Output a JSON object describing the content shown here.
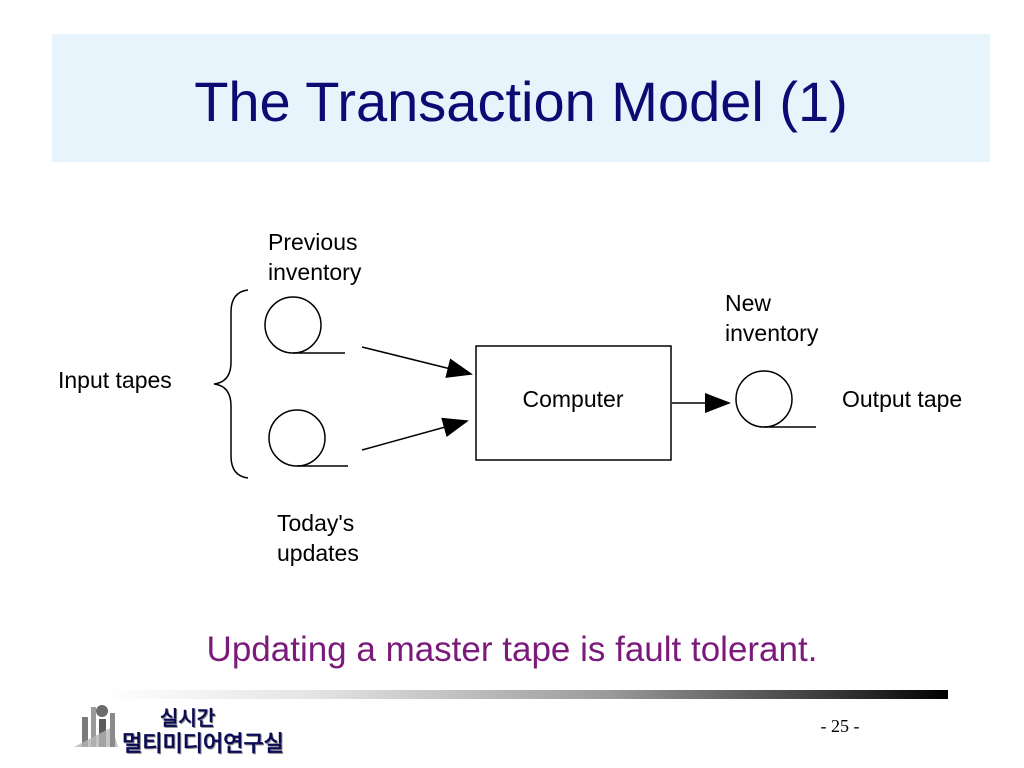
{
  "slide": {
    "title": "The Transaction Model (1)",
    "caption": "Updating a master tape is fault tolerant.",
    "page_number": "- 25 -"
  },
  "diagram": {
    "labels": {
      "previous_line1": "Previous",
      "previous_line2": "inventory",
      "input_tapes": "Input tapes",
      "todays_line1": "Today's",
      "todays_line2": "updates",
      "computer": "Computer",
      "new_line1": "New",
      "new_line2": "inventory",
      "output_tape": "Output tape"
    }
  },
  "logo": {
    "line1": "실시간",
    "line2": "멀티미디어연구실"
  },
  "colors": {
    "title": "#0b0b73",
    "title_bg": "#e8f4fc",
    "caption": "#7b1a7b"
  },
  "icons": [
    "tape-reel-icon",
    "arrow-icon",
    "brace-icon",
    "lab-logo-icon"
  ]
}
